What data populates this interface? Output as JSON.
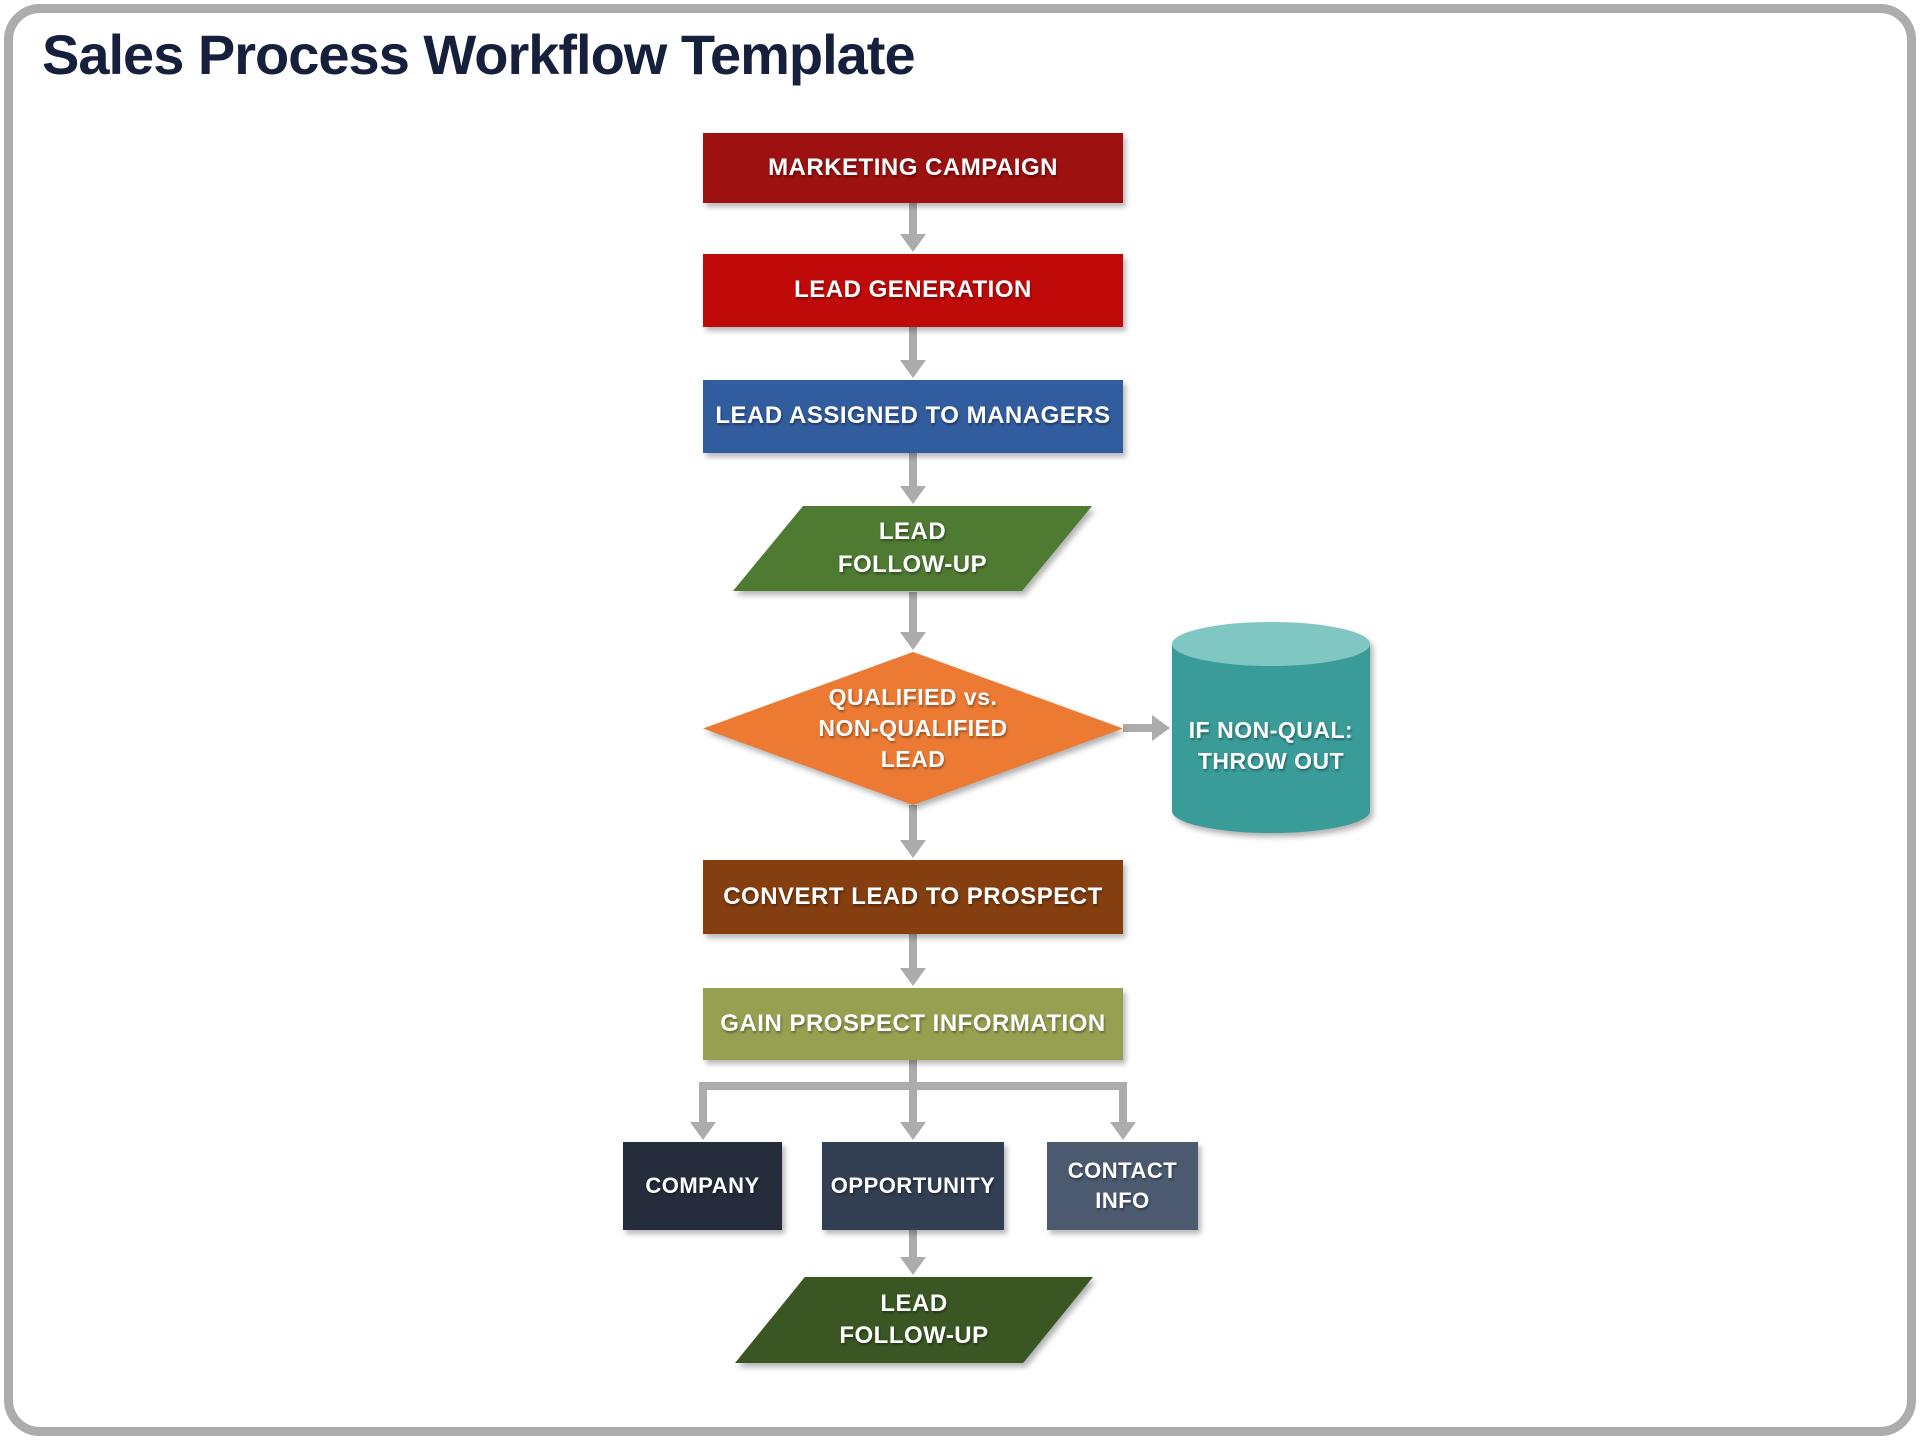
{
  "page": {
    "title": "Sales Process Workflow Template"
  },
  "colors": {
    "title_text": "#16203C",
    "frame_border": "#ACACAC",
    "arrow": "#ACACAC",
    "marketing_campaign": "#9D1111",
    "lead_generation": "#C00A0A",
    "lead_assigned": "#315C9E",
    "lead_follow_up_1": "#4E7A32",
    "qualified_diamond": "#EC7A33",
    "cylinder_body": "#399C99",
    "cylinder_top": "#80C6C2",
    "convert_lead": "#843E0F",
    "gain_prospect": "#96A050",
    "company": "#252D3C",
    "opportunity": "#323E52",
    "contact_info": "#4C5A70",
    "lead_follow_up_2": "#3A5623"
  },
  "nodes": {
    "marketing_campaign": {
      "label": "MARKETING CAMPAIGN"
    },
    "lead_generation": {
      "label": "LEAD GENERATION"
    },
    "lead_assigned": {
      "label": "LEAD ASSIGNED TO MANAGERS"
    },
    "lead_follow_up_1": {
      "label": "LEAD\nFOLLOW-UP"
    },
    "qualified_lead": {
      "label": "QUALIFIED vs.\nNON-QUALIFIED\nLEAD"
    },
    "non_qual_throw_out": {
      "label": "IF NON-QUAL:\nTHROW OUT"
    },
    "convert_lead": {
      "label": "CONVERT LEAD TO PROSPECT"
    },
    "gain_prospect": {
      "label": "GAIN PROSPECT INFORMATION"
    },
    "company": {
      "label": "COMPANY"
    },
    "opportunity": {
      "label": "OPPORTUNITY"
    },
    "contact_info": {
      "label": "CONTACT\nINFO"
    },
    "lead_follow_up_2": {
      "label": "LEAD\nFOLLOW-UP"
    }
  }
}
